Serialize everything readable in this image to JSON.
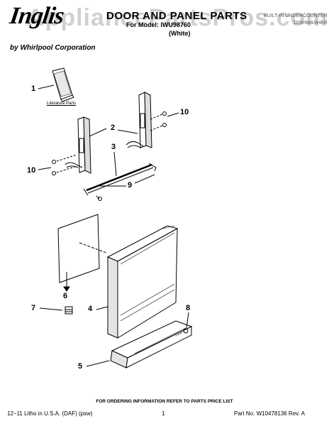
{
  "header": {
    "brand": "Inglis",
    "byline": "by Whirlpool Corporation",
    "title": "DOOR AND PANEL PARTS",
    "model_line": "For Model: IWU98760",
    "color_line": "(White)",
    "appliance_lines": [
      "BUILT-IN UNDERCOUNTER",
      "DISHWASHER"
    ],
    "watermark": "AppliancePartsPros.com"
  },
  "diagram": {
    "literature_label": "Literature Parts",
    "callouts": [
      "1",
      "2",
      "3",
      "4",
      "5",
      "6",
      "7",
      "8",
      "9",
      "10",
      "10"
    ]
  },
  "footer": {
    "ordering_note": "FOR ORDERING INFORMATION REFER TO PARTS PRICE LIST",
    "litho": "12−11 Litho in U.S.A. (DAF) (psw)",
    "page_number": "1",
    "part_no": "Part No. W10478136 Rev. A"
  }
}
